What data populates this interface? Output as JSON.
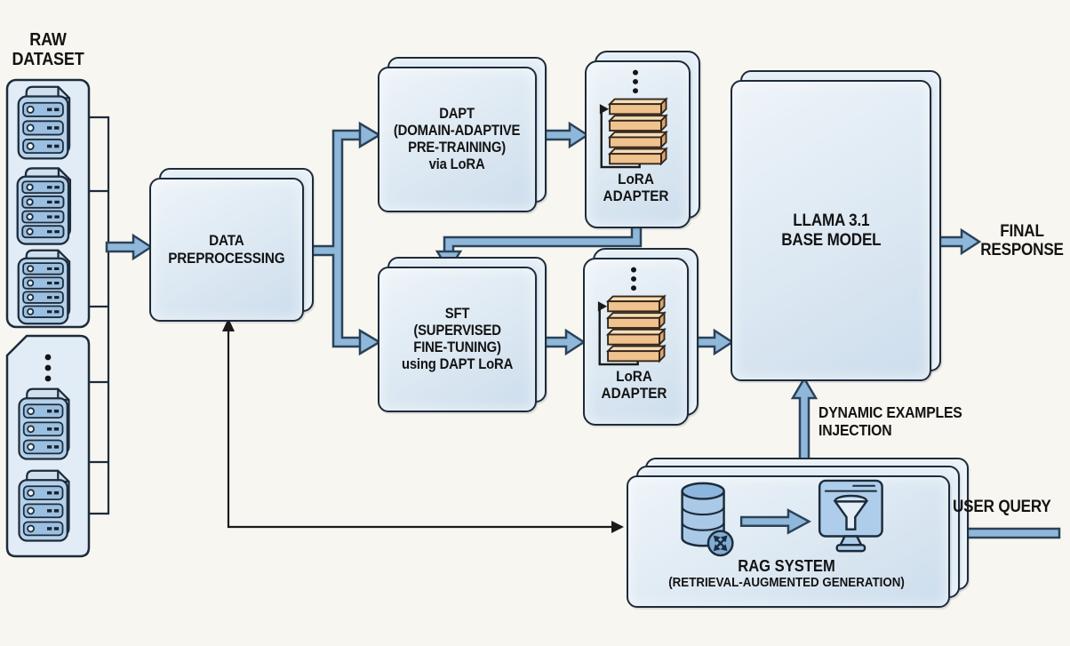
{
  "palette": {
    "background": "#f8f6f0",
    "card_fill": "#dce8f2",
    "outline": "#1d2b3a",
    "arrow_blue": "#8fb7da",
    "bar_orange": "#efc28e",
    "text": "#131313"
  },
  "raw_dataset": {
    "title": [
      "RAW",
      "DATASET"
    ]
  },
  "preprocessing": {
    "lines": [
      "DATA",
      "PREPROCESSING"
    ]
  },
  "dapt": {
    "lines": [
      "DAPT",
      "(DOMAIN-ADAPTIVE",
      "PRE-TRAINING)",
      "via LoRA"
    ]
  },
  "lora_top": {
    "lines": [
      "LoRA",
      "ADAPTER"
    ]
  },
  "sft": {
    "lines": [
      "SFT",
      "(SUPERVISED",
      "FINE-TUNING)",
      "using DAPT LoRA"
    ]
  },
  "lora_bottom": {
    "lines": [
      "LoRA",
      "ADAPTER"
    ]
  },
  "llama": {
    "lines": [
      "LLAMA 3.1",
      "BASE MODEL"
    ]
  },
  "rag": {
    "lines": [
      "RAG SYSTEM",
      "(RETRIEVAL-AUGMENTED GENERATION)"
    ]
  },
  "annotations": {
    "final_response": [
      "FINAL",
      "RESPONSE"
    ],
    "dynamic_injection": [
      "DYNAMIC EXAMPLES",
      "INJECTION"
    ],
    "user_query": "USER QUERY"
  },
  "icons": {
    "server_stack": "server-stack-icon",
    "ellipsis": "ellipsis-icon",
    "lora_bars": "lora-bars-icon",
    "loop_arrow": "loop-arrow-icon",
    "database": "database-icon",
    "shuffle_badge": "shuffle-arrows-icon",
    "funnel_monitor": "funnel-monitor-icon"
  }
}
